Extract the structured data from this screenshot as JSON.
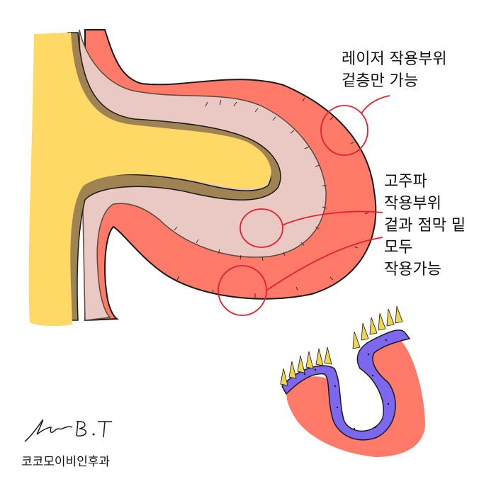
{
  "labels": {
    "laser": [
      "레이저 작용부위",
      "겉층만 가능"
    ],
    "rf": [
      "고주파",
      "작용부위",
      "겉과 점막 밑",
      "모두",
      "작용가능"
    ]
  },
  "signature": "Shin B.T",
  "clinic": "코코모이비인후과",
  "colors": {
    "cartilage": "#FFD966",
    "mucosa": "#EAC8C4",
    "outer_tissue": "#FF7A68",
    "border_brown": "#A08352",
    "circle_red": "#E8202A",
    "epithelium_purple": "#7B68EE",
    "cilia_yellow": "#F2D54C"
  }
}
